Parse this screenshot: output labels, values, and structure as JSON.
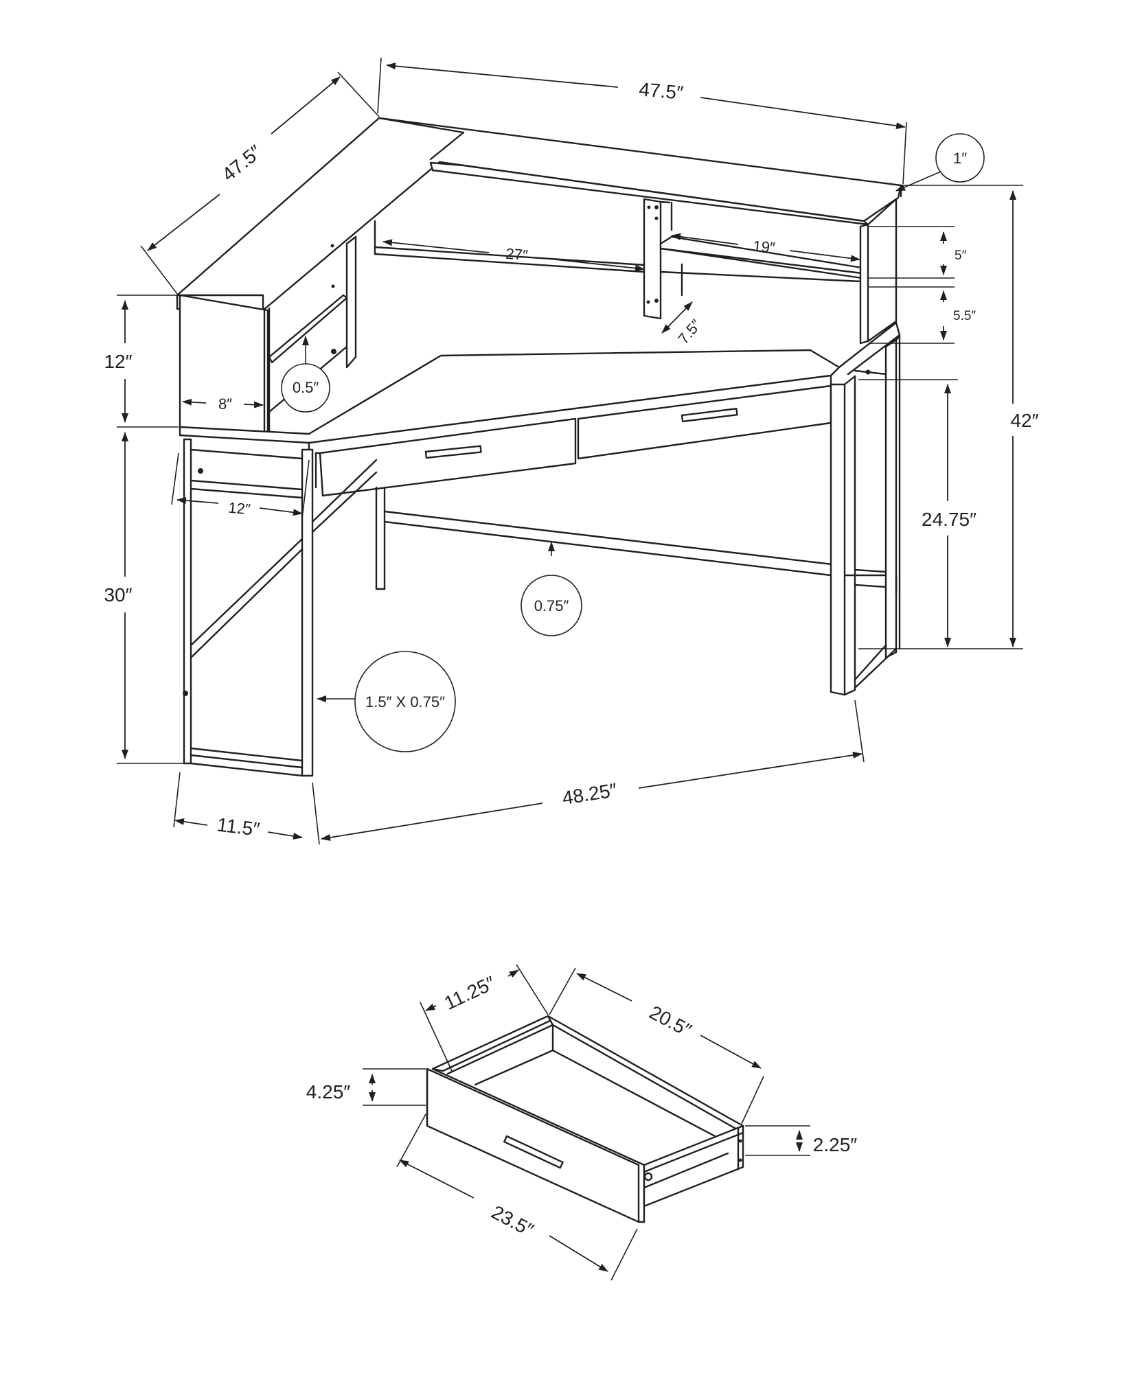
{
  "product": "corner desk with hutch",
  "desk_dimensions": {
    "top_width_left": "47.5″",
    "top_width_right": "47.5″",
    "top_thickness": "1″",
    "hutch_opening_width": "27″",
    "hutch_shelf_width": "19″",
    "hutch_shelf_upper_height": "5″",
    "hutch_shelf_lower_height": "5.5″",
    "hutch_depth": "7.5″",
    "hutch_panel_thickness": "0.5″",
    "hutch_height": "12″",
    "hutch_side_depth": "8″",
    "total_height": "42″",
    "desk_height": "30″",
    "knee_clearance": "24.75″",
    "leg_frame_width": "12″",
    "stretcher_thickness": "0.75″",
    "leg_profile": "1.5″ X 0.75″",
    "front_width": "48.25″",
    "side_depth": "11.5″"
  },
  "drawer_dimensions": {
    "depth": "11.25″",
    "interior_length": "20.5″",
    "front_height": "4.25″",
    "side_height": "2.25″",
    "front_length": "23.5″"
  }
}
